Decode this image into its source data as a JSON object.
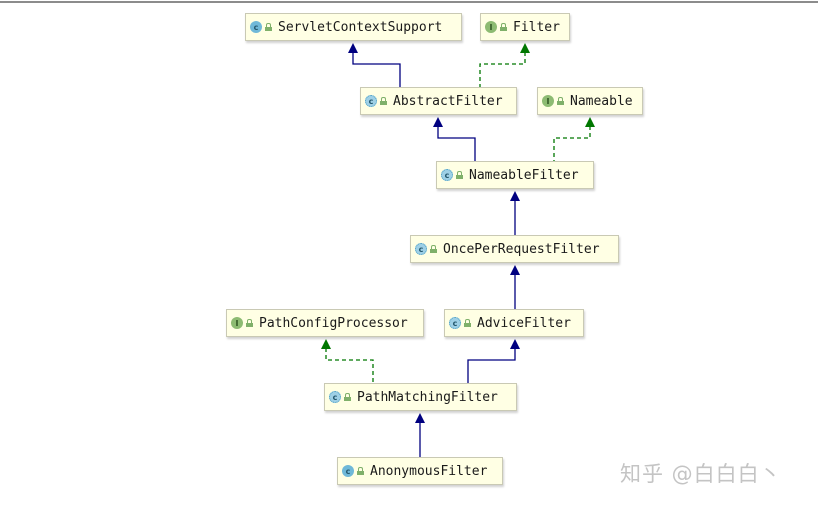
{
  "diagram": {
    "type": "uml-class-hierarchy",
    "colors": {
      "node_fill": "#ffffe4",
      "node_border": "#c9c9b4",
      "extends_edge": "#000080",
      "implements_edge": "#007700",
      "class_icon": "#6fb8d8",
      "interface_icon": "#8dbb72"
    },
    "nodes": [
      {
        "id": "servletcontextsupport",
        "label": "ServletContextSupport",
        "kind": "class",
        "icon": "class-icon",
        "icon_letter": "c"
      },
      {
        "id": "filter",
        "label": "Filter",
        "kind": "interface",
        "icon": "interface-icon",
        "icon_letter": "I"
      },
      {
        "id": "abstractfilter",
        "label": "AbstractFilter",
        "kind": "abstract-class",
        "icon": "abstract-class-icon",
        "icon_letter": "c"
      },
      {
        "id": "nameable",
        "label": "Nameable",
        "kind": "interface",
        "icon": "interface-icon",
        "icon_letter": "I"
      },
      {
        "id": "nameablefilter",
        "label": "NameableFilter",
        "kind": "abstract-class",
        "icon": "abstract-class-icon",
        "icon_letter": "c"
      },
      {
        "id": "onceperrequestfilter",
        "label": "OncePerRequestFilter",
        "kind": "abstract-class",
        "icon": "abstract-class-icon",
        "icon_letter": "c"
      },
      {
        "id": "pathconfigprocessor",
        "label": "PathConfigProcessor",
        "kind": "interface",
        "icon": "interface-icon",
        "icon_letter": "I"
      },
      {
        "id": "advicefilter",
        "label": "AdviceFilter",
        "kind": "abstract-class",
        "icon": "abstract-class-icon",
        "icon_letter": "c"
      },
      {
        "id": "pathmatchingfilter",
        "label": "PathMatchingFilter",
        "kind": "abstract-class",
        "icon": "abstract-class-icon",
        "icon_letter": "c"
      },
      {
        "id": "anonymousfilter",
        "label": "AnonymousFilter",
        "kind": "class",
        "icon": "class-icon",
        "icon_letter": "c"
      }
    ],
    "edges": [
      {
        "from": "AbstractFilter",
        "to": "ServletContextSupport",
        "relation": "extends"
      },
      {
        "from": "AbstractFilter",
        "to": "Filter",
        "relation": "implements"
      },
      {
        "from": "NameableFilter",
        "to": "AbstractFilter",
        "relation": "extends"
      },
      {
        "from": "NameableFilter",
        "to": "Nameable",
        "relation": "implements"
      },
      {
        "from": "OncePerRequestFilter",
        "to": "NameableFilter",
        "relation": "extends"
      },
      {
        "from": "AdviceFilter",
        "to": "OncePerRequestFilter",
        "relation": "extends"
      },
      {
        "from": "PathMatchingFilter",
        "to": "AdviceFilter",
        "relation": "extends"
      },
      {
        "from": "PathMatchingFilter",
        "to": "PathConfigProcessor",
        "relation": "implements"
      },
      {
        "from": "AnonymousFilter",
        "to": "PathMatchingFilter",
        "relation": "extends"
      }
    ]
  },
  "watermark": "知乎 @白白白丶"
}
